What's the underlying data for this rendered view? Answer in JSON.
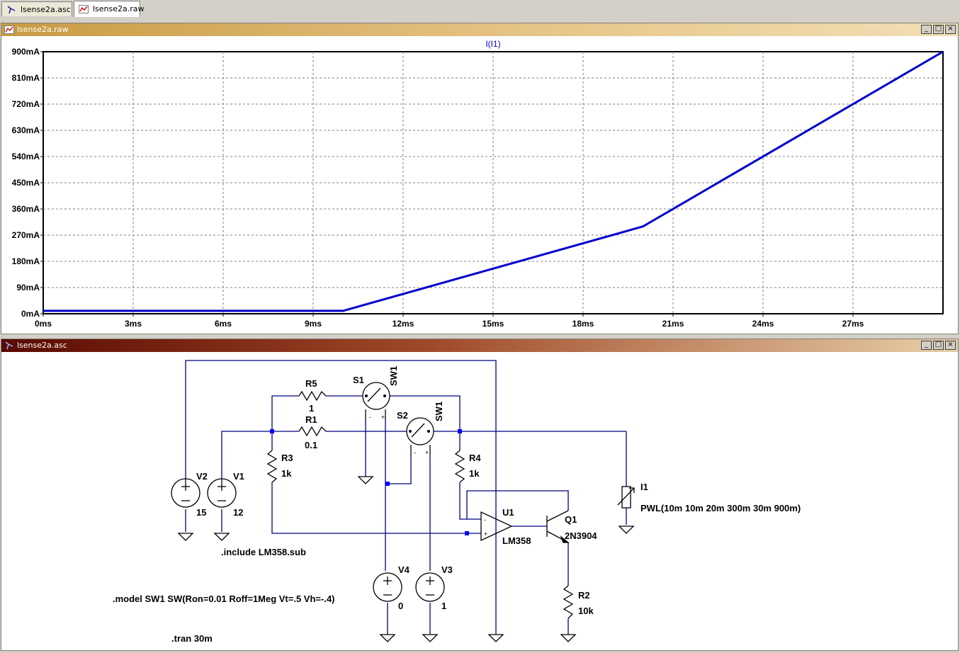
{
  "tabs": [
    {
      "label": "lsense2a.asc",
      "icon": "schematic-icon"
    },
    {
      "label": "lsense2a.raw",
      "icon": "waveform-icon"
    }
  ],
  "plot_window": {
    "title": "lsense2a.raw",
    "buttons": [
      "_",
      "□",
      "×"
    ]
  },
  "schematic_window": {
    "title": "lsense2a.asc",
    "buttons": [
      "_",
      "□",
      "×"
    ]
  },
  "chart_data": {
    "type": "line",
    "title": "",
    "trace_label": "I(I1)",
    "trace_color": "#0000cc",
    "x": [
      0,
      10,
      20,
      30
    ],
    "y": [
      10,
      10,
      300,
      900
    ],
    "xlim": [
      0,
      30
    ],
    "ylim": [
      0,
      900
    ],
    "xticks": [
      0,
      3,
      6,
      9,
      12,
      15,
      18,
      21,
      24,
      27
    ],
    "xtick_labels": [
      "0ms",
      "3ms",
      "6ms",
      "9ms",
      "12ms",
      "15ms",
      "18ms",
      "21ms",
      "24ms",
      "27ms"
    ],
    "yticks": [
      0,
      90,
      180,
      270,
      360,
      450,
      540,
      630,
      720,
      810,
      900
    ],
    "ytick_labels": [
      "0mA",
      "90mA",
      "180mA",
      "270mA",
      "360mA",
      "450mA",
      "540mA",
      "630mA",
      "720mA",
      "810mA",
      "900mA"
    ],
    "grid": true
  },
  "schematic": {
    "R5": {
      "name": "R5",
      "value": "1"
    },
    "R1": {
      "name": "R1",
      "value": "0.1"
    },
    "R3": {
      "name": "R3",
      "value": "1k"
    },
    "R4": {
      "name": "R4",
      "value": "1k"
    },
    "R2": {
      "name": "R2",
      "value": "10k"
    },
    "S1": {
      "name": "S1",
      "model": "SW1"
    },
    "S2": {
      "name": "S2",
      "model": "SW1"
    },
    "V1": {
      "name": "V1",
      "value": "12"
    },
    "V2": {
      "name": "V2",
      "value": "15"
    },
    "V3": {
      "name": "V3",
      "value": "1"
    },
    "V4": {
      "name": "V4",
      "value": "0"
    },
    "U1": {
      "name": "U1",
      "value": "LM358"
    },
    "Q1": {
      "name": "Q1",
      "value": "2N3904"
    },
    "I1": {
      "name": "I1",
      "value": "PWL(10m 10m 20m 300m 30m 900m)"
    },
    "directives": {
      "include": ".include LM358.sub",
      "model": ".model SW1 SW(Ron=0.01 Roff=1Meg Vt=.5 Vh=-.4)",
      "tran": ".tran 30m"
    }
  }
}
